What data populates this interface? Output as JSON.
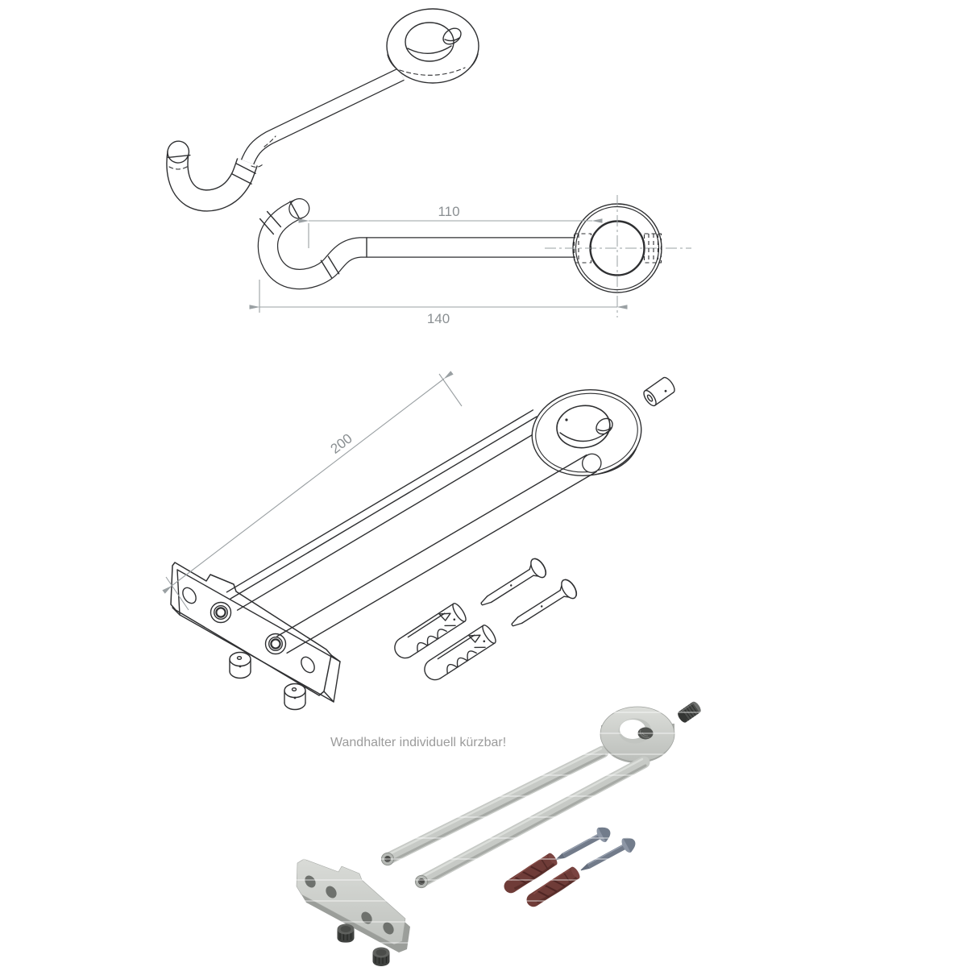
{
  "note": {
    "text": "Wandhalter individuell kürzbar!"
  },
  "dimensions": {
    "hook_depth": "110",
    "hook_length": "140",
    "holder_length": "200"
  },
  "colors": {
    "line": "#2e2f31",
    "dim": "#9aa0a3",
    "dim-text": "#8a8f92",
    "note-text": "#9b9b9b",
    "render-light": "#d8dad6",
    "render-mid": "#c3c6c2",
    "render-dark": "#9ea19d",
    "screw-blue": "#76808f",
    "dowel-red": "#6b3a36",
    "hardware-dark": "#45474a"
  }
}
